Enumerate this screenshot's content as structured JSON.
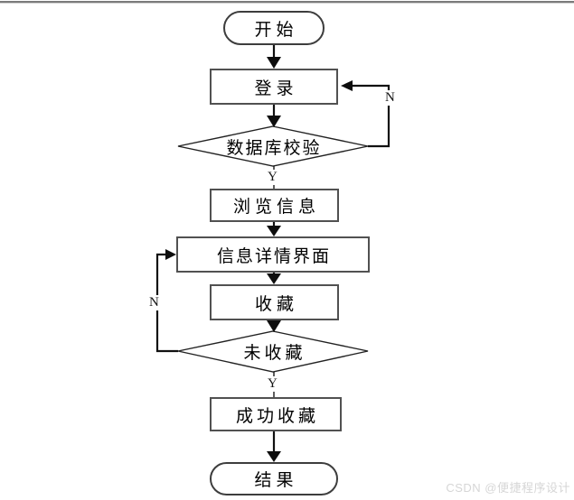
{
  "flowchart": {
    "nodes": [
      {
        "id": "start",
        "type": "terminator",
        "label": "开始"
      },
      {
        "id": "login",
        "type": "process",
        "label": "登录"
      },
      {
        "id": "db-check",
        "type": "decision",
        "label": "数据库校验"
      },
      {
        "id": "browse-info",
        "type": "process",
        "label": "浏览信息"
      },
      {
        "id": "info-detail",
        "type": "process",
        "label": "信息详情界面"
      },
      {
        "id": "favorite",
        "type": "process",
        "label": "收藏"
      },
      {
        "id": "not-favorited",
        "type": "decision",
        "label": "未收藏"
      },
      {
        "id": "favorite-success",
        "type": "process",
        "label": "成功收藏"
      },
      {
        "id": "end",
        "type": "terminator",
        "label": "结果"
      }
    ],
    "edge_labels": {
      "db_check_yes": "Y",
      "db_check_no": "N",
      "not_favorited_yes": "Y",
      "not_favorited_no": "N"
    },
    "colors": {
      "line": "#111111",
      "shape_border": "#515151",
      "text": "#000000"
    }
  },
  "watermark": {
    "text": "CSDN @便捷程序设计",
    "color": "#d6d6d6"
  }
}
